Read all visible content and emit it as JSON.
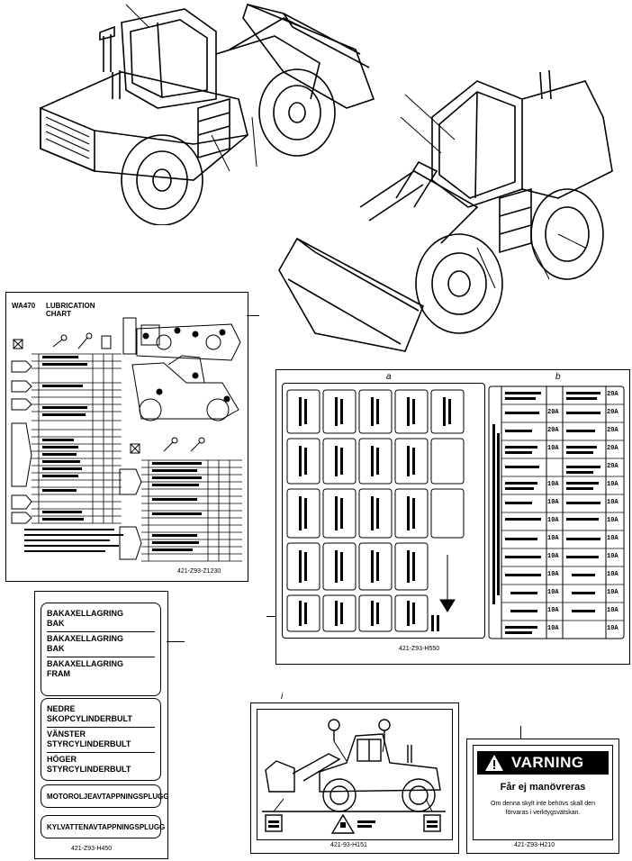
{
  "lubrication_chart": {
    "model": "WA470",
    "title_line1": "LUBRICATION",
    "title_line2": "CHART",
    "part_number": "421-Z93-Z1230"
  },
  "fuse_panel": {
    "callout_a": "a",
    "callout_b": "b",
    "part_number": "421-Z93-H550",
    "amp_ratings": [
      "20A",
      "20A",
      "10A",
      "10A",
      "10A",
      "10A",
      "10A",
      "10A",
      "10A",
      "10A",
      "10A",
      "10A"
    ],
    "amp_ratings_right": [
      "20A",
      "20A",
      "20A",
      "20A",
      "20A",
      "10A",
      "10A",
      "10A",
      "10A",
      "10A",
      "10A",
      "10A",
      "10A",
      "10A"
    ]
  },
  "swedish_labels": {
    "items": [
      "BAKAXELLAGRING\nBAK",
      "BAKAXELLAGRING\nBAK",
      "BAKAXELLAGRING\nFRAM",
      "NEDRE\nSKOPCYLINDERBULT",
      "VÄNSTER\nSTYRCYLINDERBULT",
      "HÖGER\nSTYRCYLINDERBULT",
      "MOTOROLJEAVTAPPNINGSPLUGG",
      "KYLVATTENAVTAPPNINGSPLUGG"
    ],
    "part_number": "421-Z93-H450"
  },
  "loader_decal": {
    "callout": "i",
    "part_number": "421-93-H151"
  },
  "warning_decal": {
    "heading": "VARNING",
    "subheading": "Får ej manövreras",
    "body": "Om denna skylt inte behövs skall den förvaras i verktygsvätskan.",
    "part_number": "421-Z93-H210"
  }
}
